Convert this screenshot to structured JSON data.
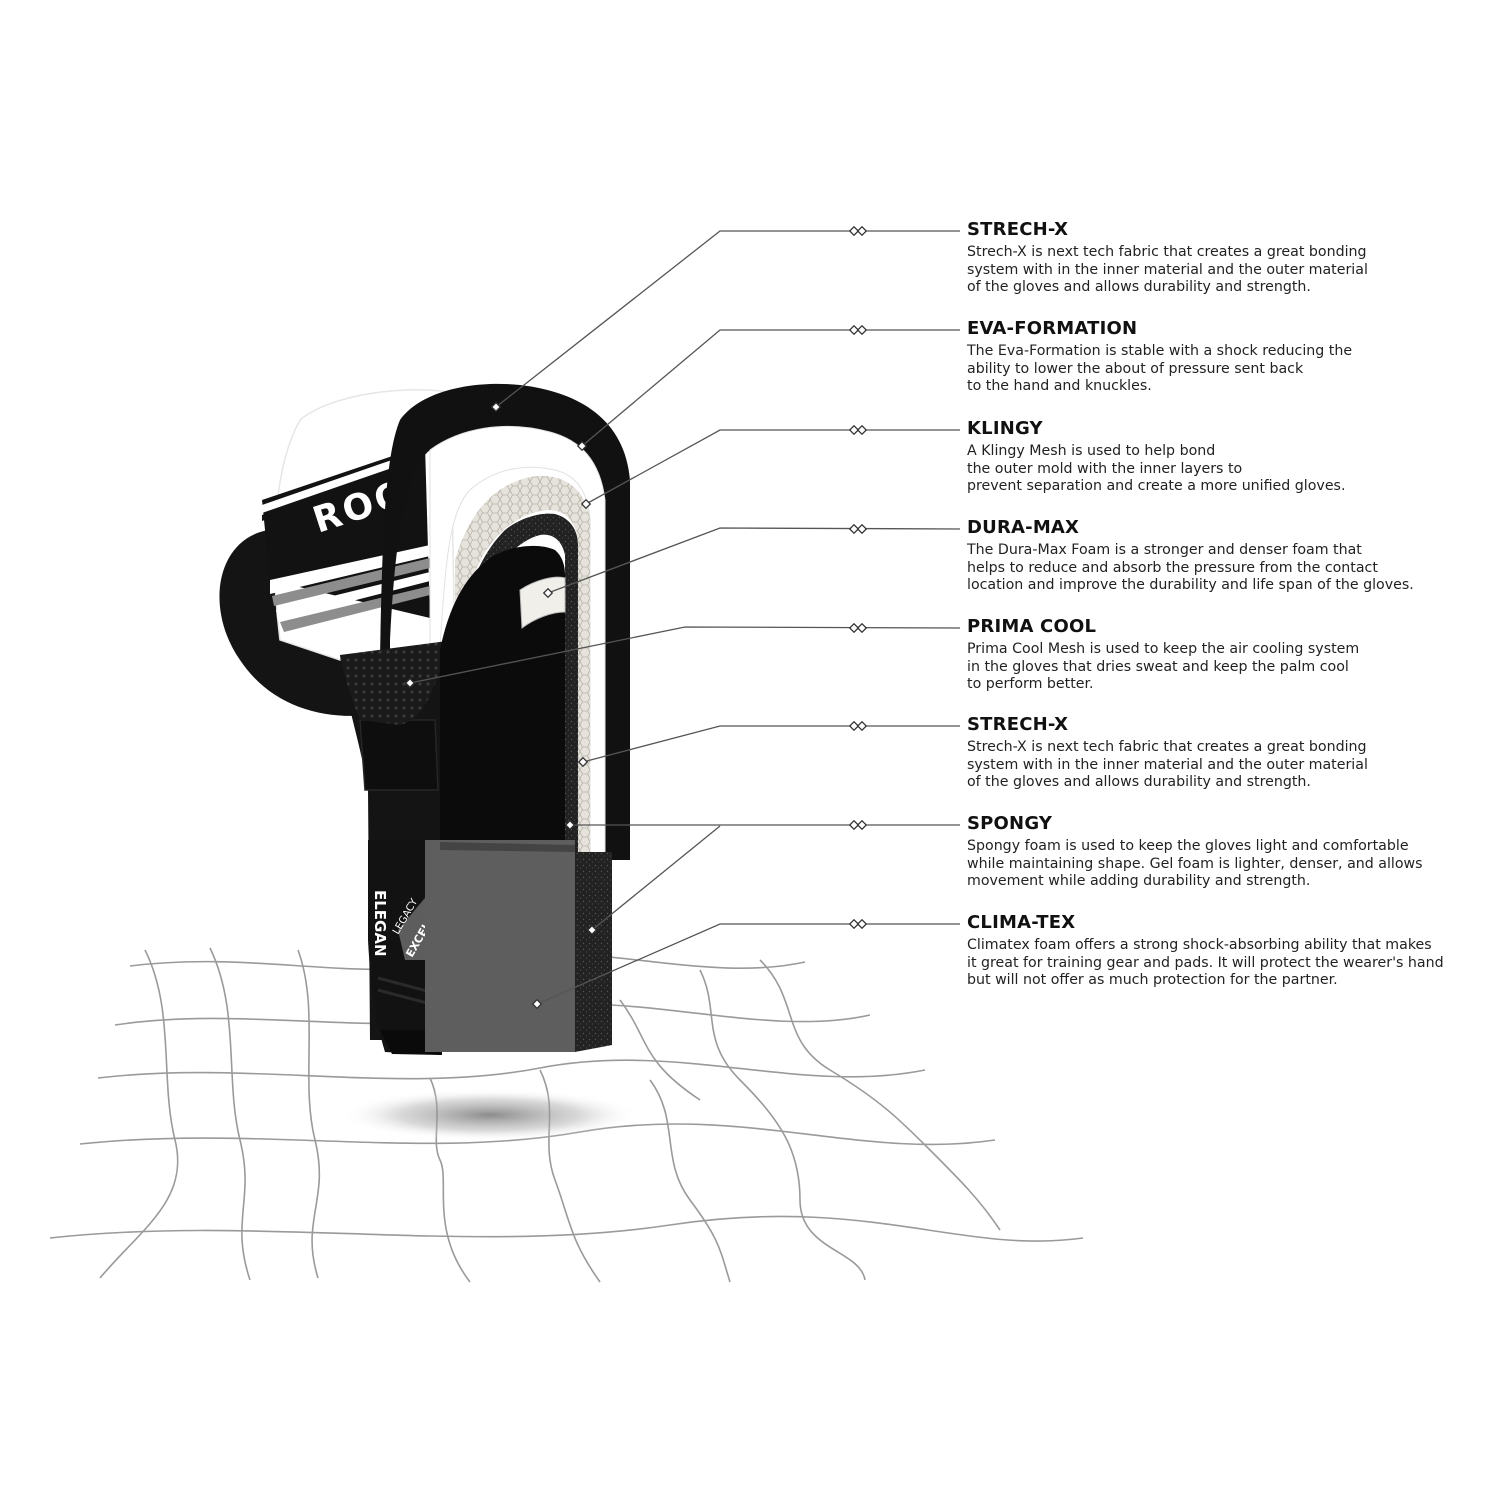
{
  "brand": {
    "glove_logo": "ROO",
    "cuff_logo": "ELEGAN",
    "cuff_tag_1": "LEGACY",
    "cuff_tag_2": "EXCEL"
  },
  "colors": {
    "glove_black": "#111111",
    "glove_white": "#ffffff",
    "mesh_grey": "#d9d6cf",
    "spongy_grey": "#5f5f5f",
    "leader_line": "#555555"
  },
  "layers": [
    {
      "title": "STRECH-X",
      "lines": [
        "Strech-X is next tech fabric that creates a great bonding",
        "system with in the inner material and the outer material",
        "of the gloves and allows durability and strength."
      ]
    },
    {
      "title": "EVA-FORMATION",
      "lines": [
        "The Eva-Formation is stable with a shock reducing the",
        "ability to lower the about of pressure sent back",
        "to the hand and knuckles."
      ]
    },
    {
      "title": "KLINGY",
      "lines": [
        "A Klingy Mesh is used to help bond",
        "the outer mold with the inner layers to",
        "prevent separation and create a more unified gloves."
      ]
    },
    {
      "title": "DURA-MAX",
      "lines": [
        "The Dura-Max Foam is a stronger and denser foam that",
        "helps to reduce and absorb the pressure from the contact",
        "location and improve the durability and life span of the gloves."
      ]
    },
    {
      "title": "PRIMA COOL",
      "lines": [
        "Prima Cool Mesh is used to keep the air cooling system",
        "in the gloves that dries sweat and keep the palm cool",
        "to perform better."
      ]
    },
    {
      "title": "STRECH-X",
      "lines": [
        "Strech-X is next tech fabric that creates a great bonding",
        "system with in the inner material and the outer material",
        "of the gloves and allows durability and strength."
      ]
    },
    {
      "title": "SPONGY",
      "lines": [
        "Spongy foam is used to keep the gloves light and comfortable",
        "while maintaining shape. Gel foam is lighter, denser, and allows",
        "movement while adding durability and strength."
      ]
    },
    {
      "title": "CLIMA-TEX",
      "lines": [
        "Climatex foam offers a strong shock-absorbing ability that makes",
        "it great for training gear and pads. It will protect the wearer's hand",
        "but will not offer as much protection for the partner."
      ]
    }
  ]
}
